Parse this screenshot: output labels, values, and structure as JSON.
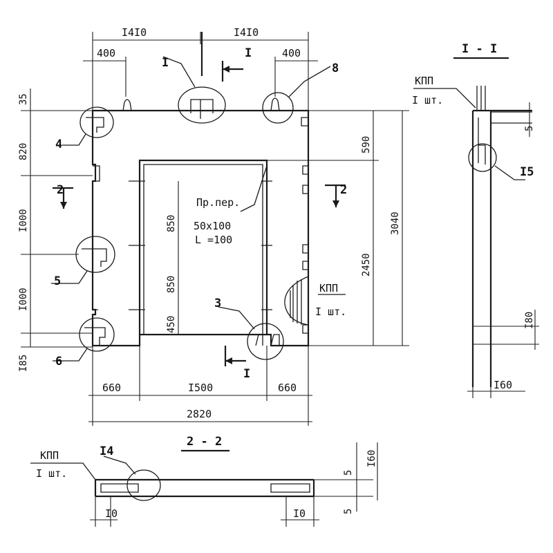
{
  "main_view": {
    "dims": {
      "top_left_half": "I4I0",
      "top_right_half": "I4I0",
      "top_left_400": "400",
      "top_right_400": "400",
      "left_35": "35",
      "left_820": "820",
      "left_1000a": "I000",
      "left_1000b": "I000",
      "left_185": "I85",
      "right_590": "590",
      "right_2450": "2450",
      "right_3040": "3040",
      "inner_850a": "850",
      "inner_850b": "850",
      "inner_450": "450",
      "bottom_660_left": "660",
      "bottom_1500": "I500",
      "bottom_660_right": "660",
      "bottom_2820": "2820"
    },
    "lintel_note": {
      "line1": "Пр.пер.",
      "line2": "50x100",
      "line3": "L =100"
    },
    "kpp_note": {
      "line1": "КПП",
      "line2": "I шт."
    },
    "callouts": {
      "c1": "I",
      "c3": "3",
      "c4": "4",
      "c5": "5",
      "c6": "6",
      "c8": "8"
    },
    "section_marks": {
      "sec1_top": "I",
      "sec1_bottom": "I",
      "sec2_left": "2",
      "sec2_right": "2"
    }
  },
  "section_1_1": {
    "title": "I - I",
    "kpp_line1": "КПП",
    "kpp_line2": "I шт.",
    "callout": "I5",
    "dim_5": "5",
    "dim_180": "I80",
    "dim_160": "I60"
  },
  "section_2_2": {
    "title": "2 - 2",
    "kpp_line1": "КПП",
    "kpp_line2": "I шт.",
    "callout": "I4",
    "dim_10_left": "I0",
    "dim_10_right": "I0",
    "dim_5_top": "5",
    "dim_160": "I60",
    "dim_5_bottom": "5"
  }
}
